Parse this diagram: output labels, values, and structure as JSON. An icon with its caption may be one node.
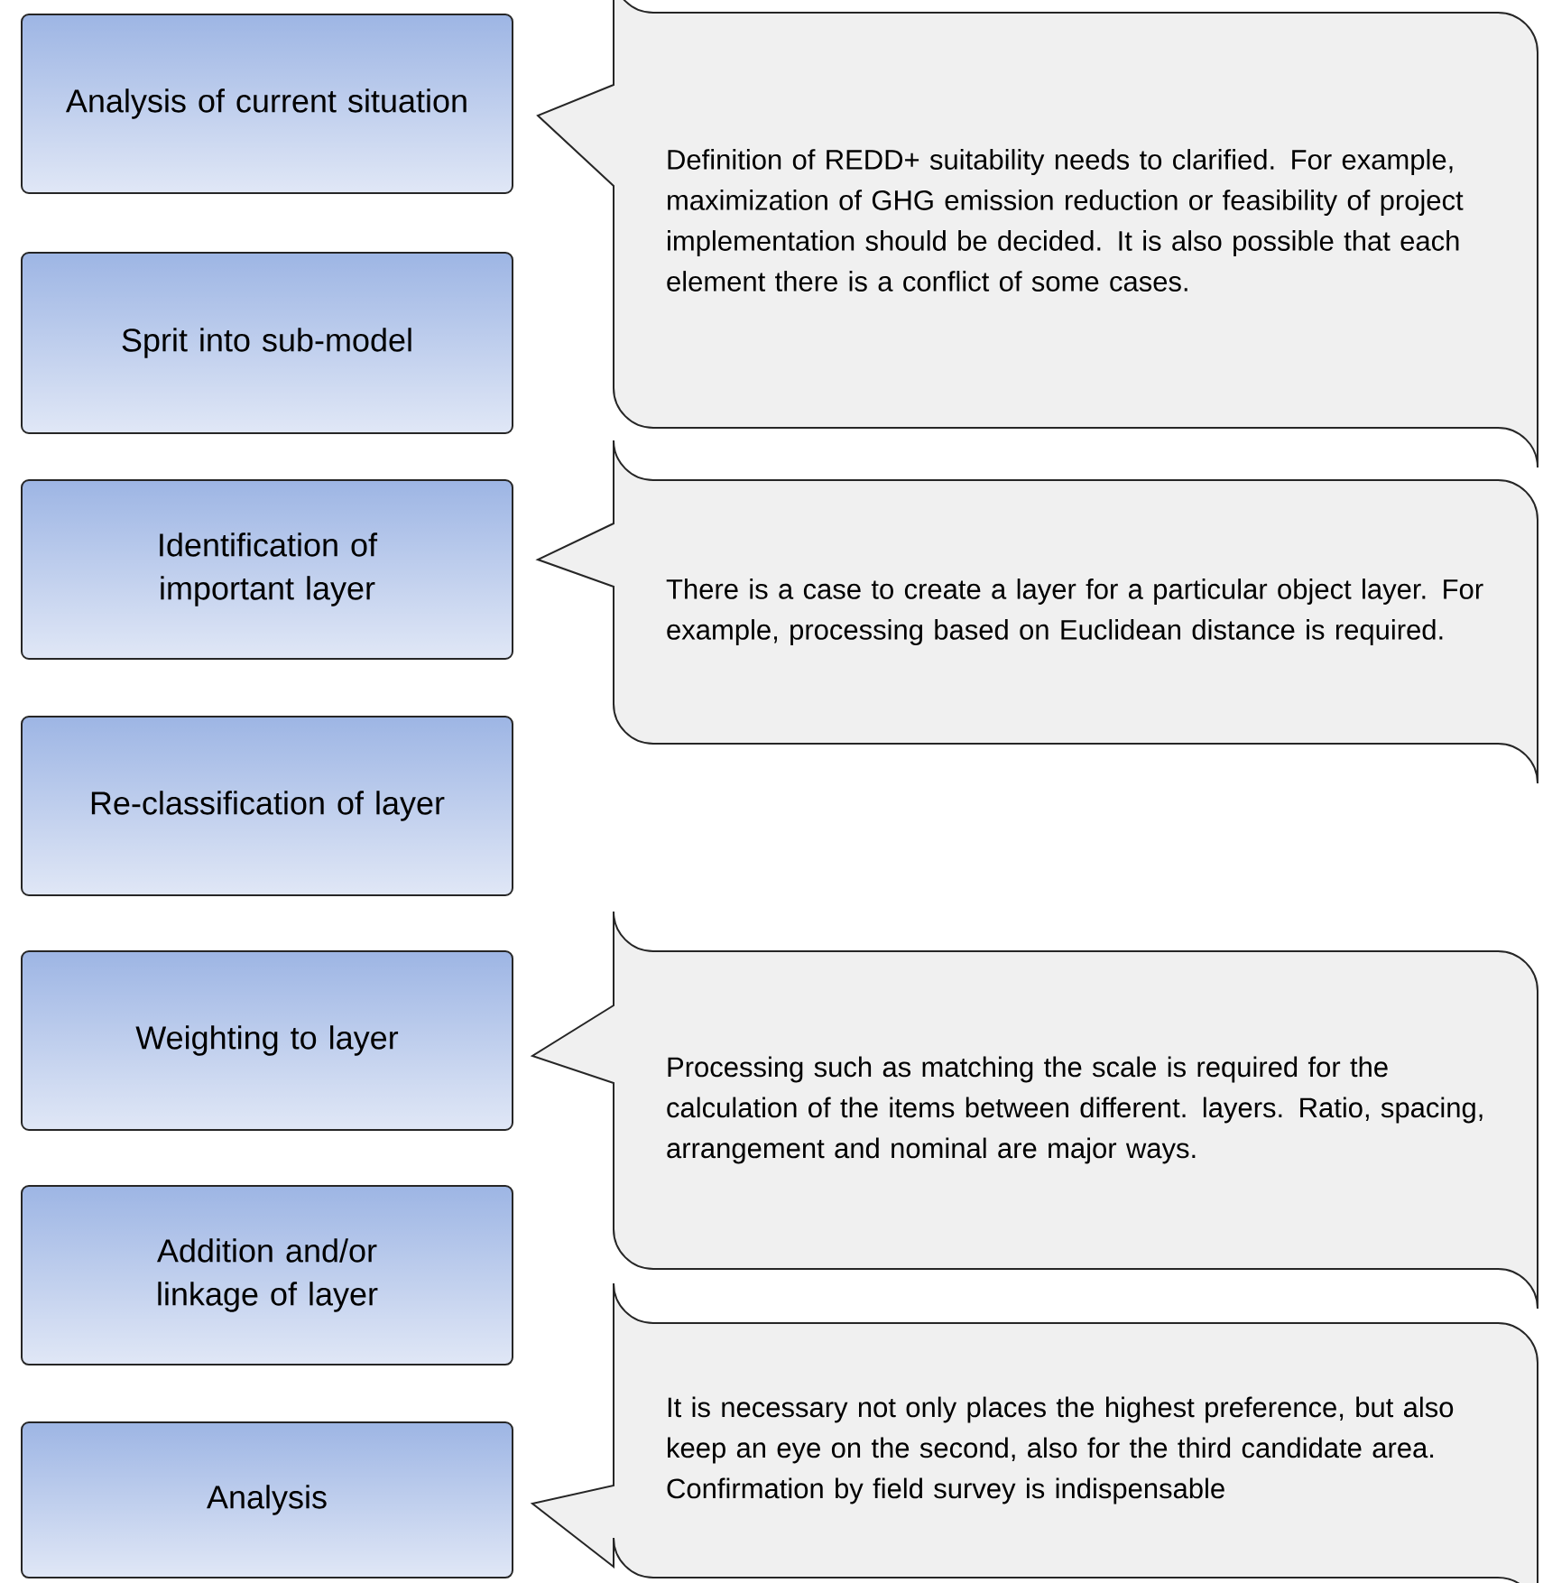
{
  "diagram": {
    "nodes": [
      {
        "text": [
          "Analysis of current situation"
        ]
      },
      {
        "text": [
          "Sprit into sub-model"
        ]
      },
      {
        "text": [
          "Identification of important layer"
        ]
      },
      {
        "text": [
          "Re-classification of layer"
        ]
      },
      {
        "text": [
          "Weighting to layer"
        ]
      },
      {
        "text": [
          "Addition and/or linkage of layer"
        ]
      },
      {
        "text": [
          "Analysis"
        ]
      },
      {
        "text": [
          "Definition of REDD+ suitability needs to clarified. For example, maximization of GHG emission reduction or feasibility of project implementation  should be decided. It is also possible that each element there is a conflict of some cases."
        ]
      },
      {
        "text": [
          "There is a case to create a layer for a particular object layer. For example, processing based on Euclidean distance  is required."
        ]
      },
      {
        "text": [
          "Processing such as matching the scale is required for the calculation of the items between different. layers. Ratio, spacing, arrangement and nominal are major ways."
        ]
      },
      {
        "text": [
          "It is necessary not only places the highest preference, but also keep an eye on the second, also for the third candidate area. Confirmation by field survey is indispensable"
        ]
      }
    ]
  }
}
